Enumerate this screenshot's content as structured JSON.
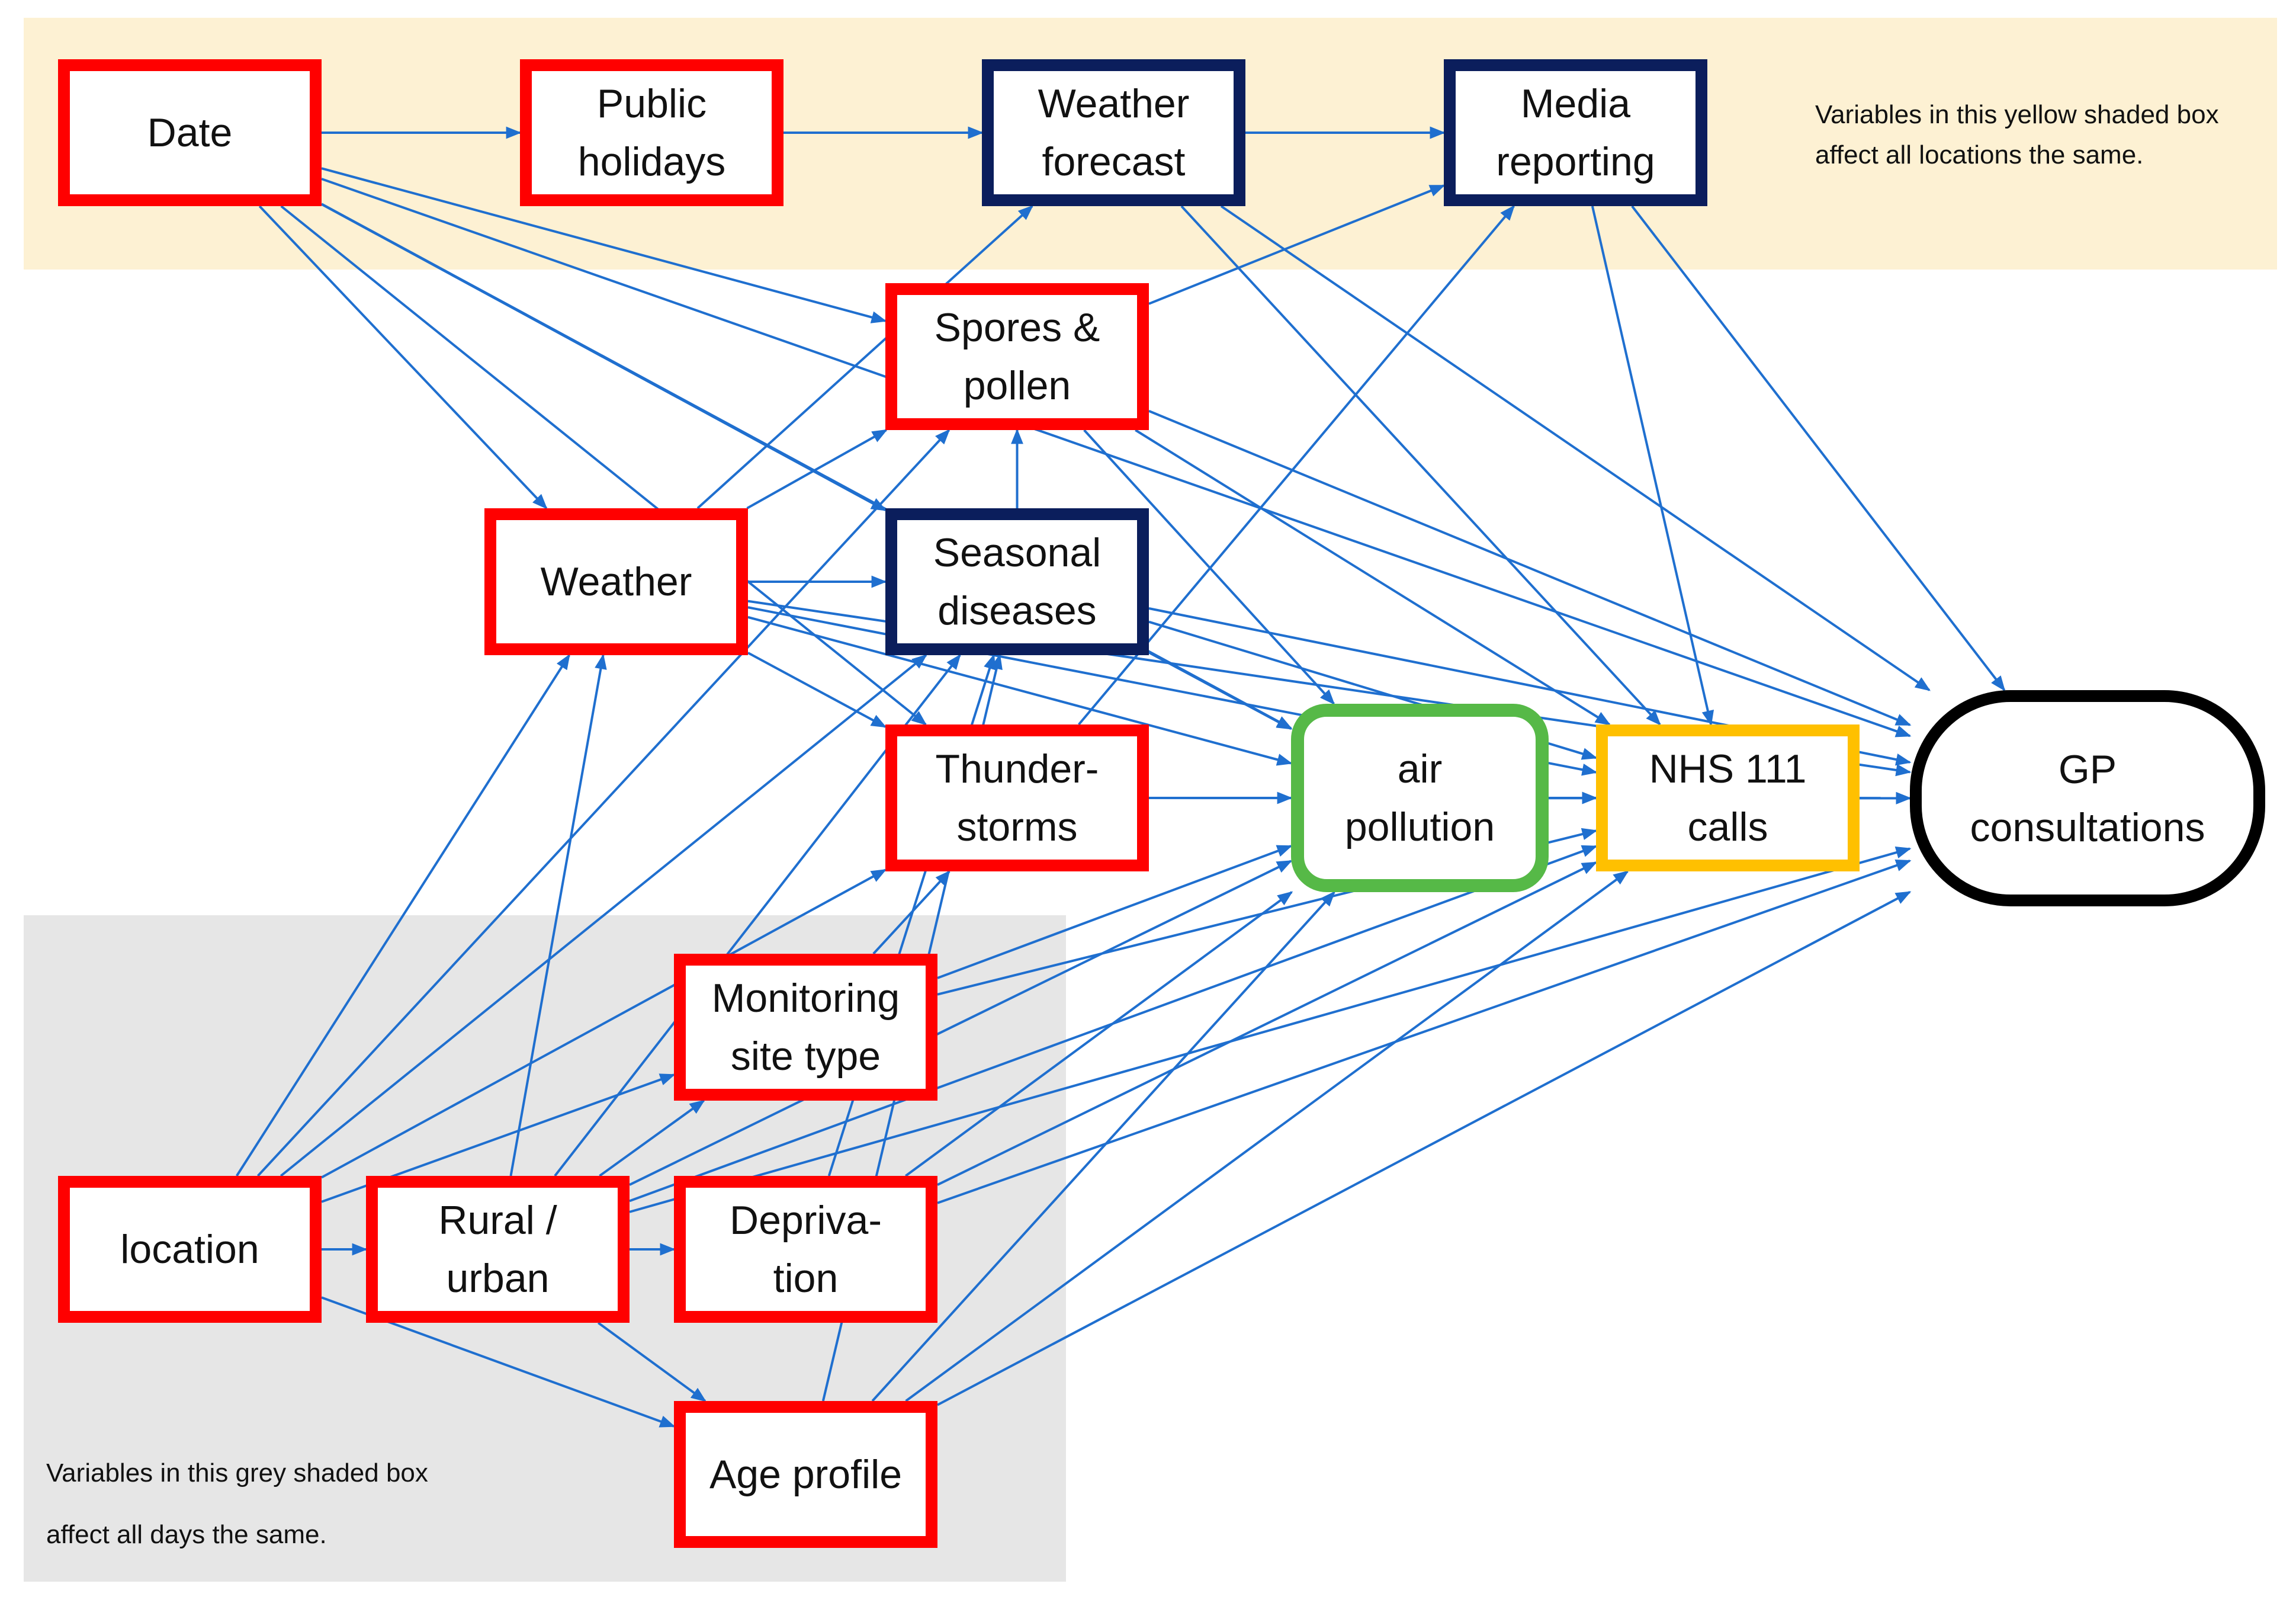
{
  "diagram": {
    "nodes": [
      {
        "id": "date",
        "label": "Date",
        "group": "red"
      },
      {
        "id": "public_holidays",
        "label": "Public\nholidays",
        "group": "red"
      },
      {
        "id": "weather_forecast",
        "label": "Weather\nforecast",
        "group": "navy"
      },
      {
        "id": "media_reporting",
        "label": "Media\nreporting",
        "group": "navy"
      },
      {
        "id": "spores_pollen",
        "label": "Spores &\npollen",
        "group": "red"
      },
      {
        "id": "weather",
        "label": "Weather",
        "group": "red"
      },
      {
        "id": "seasonal_diseases",
        "label": "Seasonal\ndiseases",
        "group": "navy"
      },
      {
        "id": "thunderstorms",
        "label": "Thunder-\nstorms",
        "group": "red"
      },
      {
        "id": "air_pollution",
        "label": "air\npollution",
        "group": "green"
      },
      {
        "id": "nhs111",
        "label": "NHS 111\ncalls",
        "group": "amber"
      },
      {
        "id": "gp",
        "label": "GP\nconsultations",
        "group": "black"
      },
      {
        "id": "monitoring_site_type",
        "label": "Monitoring\nsite type",
        "group": "red"
      },
      {
        "id": "location",
        "label": "location",
        "group": "red"
      },
      {
        "id": "rural_urban",
        "label": "Rural /\nurban",
        "group": "red"
      },
      {
        "id": "deprivation",
        "label": "Depriva-\ntion",
        "group": "red"
      },
      {
        "id": "age_profile",
        "label": "Age profile",
        "group": "red"
      }
    ],
    "regions": {
      "yellow_note": "Variables in this yellow shaded box\naffect all locations the same.",
      "grey_note": "Variables in this grey shaded box\naffect all days the same."
    },
    "colors": {
      "arrow": "#1f6fcf",
      "red": "#ff0000",
      "navy": "#0b1e5c",
      "green": "#56b947",
      "amber": "#ffc000",
      "black": "#000000",
      "yellow_region": "#fdf1d3",
      "grey_region": "#e6e6e6"
    },
    "edges": [
      [
        "date",
        "public_holidays"
      ],
      [
        "date",
        "weather_forecast"
      ],
      [
        "date",
        "media_reporting"
      ],
      [
        "date",
        "weather"
      ],
      [
        "date",
        "spores_pollen"
      ],
      [
        "date",
        "seasonal_diseases"
      ],
      [
        "date",
        "thunderstorms"
      ],
      [
        "date",
        "air_pollution"
      ],
      [
        "date",
        "gp"
      ],
      [
        "public_holidays",
        "weather_forecast"
      ],
      [
        "weather_forecast",
        "media_reporting"
      ],
      [
        "weather_forecast",
        "nhs111"
      ],
      [
        "weather_forecast",
        "gp"
      ],
      [
        "media_reporting",
        "nhs111"
      ],
      [
        "media_reporting",
        "gp"
      ],
      [
        "spores_pollen",
        "media_reporting"
      ],
      [
        "spores_pollen",
        "air_pollution"
      ],
      [
        "spores_pollen",
        "nhs111"
      ],
      [
        "spores_pollen",
        "gp"
      ],
      [
        "weather",
        "weather_forecast"
      ],
      [
        "weather",
        "spores_pollen"
      ],
      [
        "weather",
        "seasonal_diseases"
      ],
      [
        "weather",
        "thunderstorms"
      ],
      [
        "weather",
        "air_pollution"
      ],
      [
        "weather",
        "nhs111"
      ],
      [
        "weather",
        "gp"
      ],
      [
        "seasonal_diseases",
        "spores_pollen"
      ],
      [
        "seasonal_diseases",
        "air_pollution"
      ],
      [
        "seasonal_diseases",
        "nhs111"
      ],
      [
        "seasonal_diseases",
        "gp"
      ],
      [
        "thunderstorms",
        "media_reporting"
      ],
      [
        "thunderstorms",
        "air_pollution"
      ],
      [
        "thunderstorms",
        "nhs111"
      ],
      [
        "thunderstorms",
        "gp"
      ],
      [
        "air_pollution",
        "nhs111"
      ],
      [
        "air_pollution",
        "gp"
      ],
      [
        "nhs111",
        "gp"
      ],
      [
        "location",
        "weather"
      ],
      [
        "location",
        "rural_urban"
      ],
      [
        "location",
        "monitoring_site_type"
      ],
      [
        "location",
        "deprivation"
      ],
      [
        "location",
        "age_profile"
      ],
      [
        "location",
        "seasonal_diseases"
      ],
      [
        "location",
        "thunderstorms"
      ],
      [
        "location",
        "spores_pollen"
      ],
      [
        "rural_urban",
        "weather"
      ],
      [
        "rural_urban",
        "monitoring_site_type"
      ],
      [
        "rural_urban",
        "deprivation"
      ],
      [
        "rural_urban",
        "age_profile"
      ],
      [
        "rural_urban",
        "seasonal_diseases"
      ],
      [
        "rural_urban",
        "air_pollution"
      ],
      [
        "rural_urban",
        "nhs111"
      ],
      [
        "rural_urban",
        "gp"
      ],
      [
        "monitoring_site_type",
        "air_pollution"
      ],
      [
        "monitoring_site_type",
        "nhs111"
      ],
      [
        "monitoring_site_type",
        "thunderstorms"
      ],
      [
        "deprivation",
        "seasonal_diseases"
      ],
      [
        "deprivation",
        "air_pollution"
      ],
      [
        "deprivation",
        "nhs111"
      ],
      [
        "deprivation",
        "gp"
      ],
      [
        "age_profile",
        "seasonal_diseases"
      ],
      [
        "age_profile",
        "air_pollution"
      ],
      [
        "age_profile",
        "nhs111"
      ],
      [
        "age_profile",
        "gp"
      ]
    ]
  }
}
